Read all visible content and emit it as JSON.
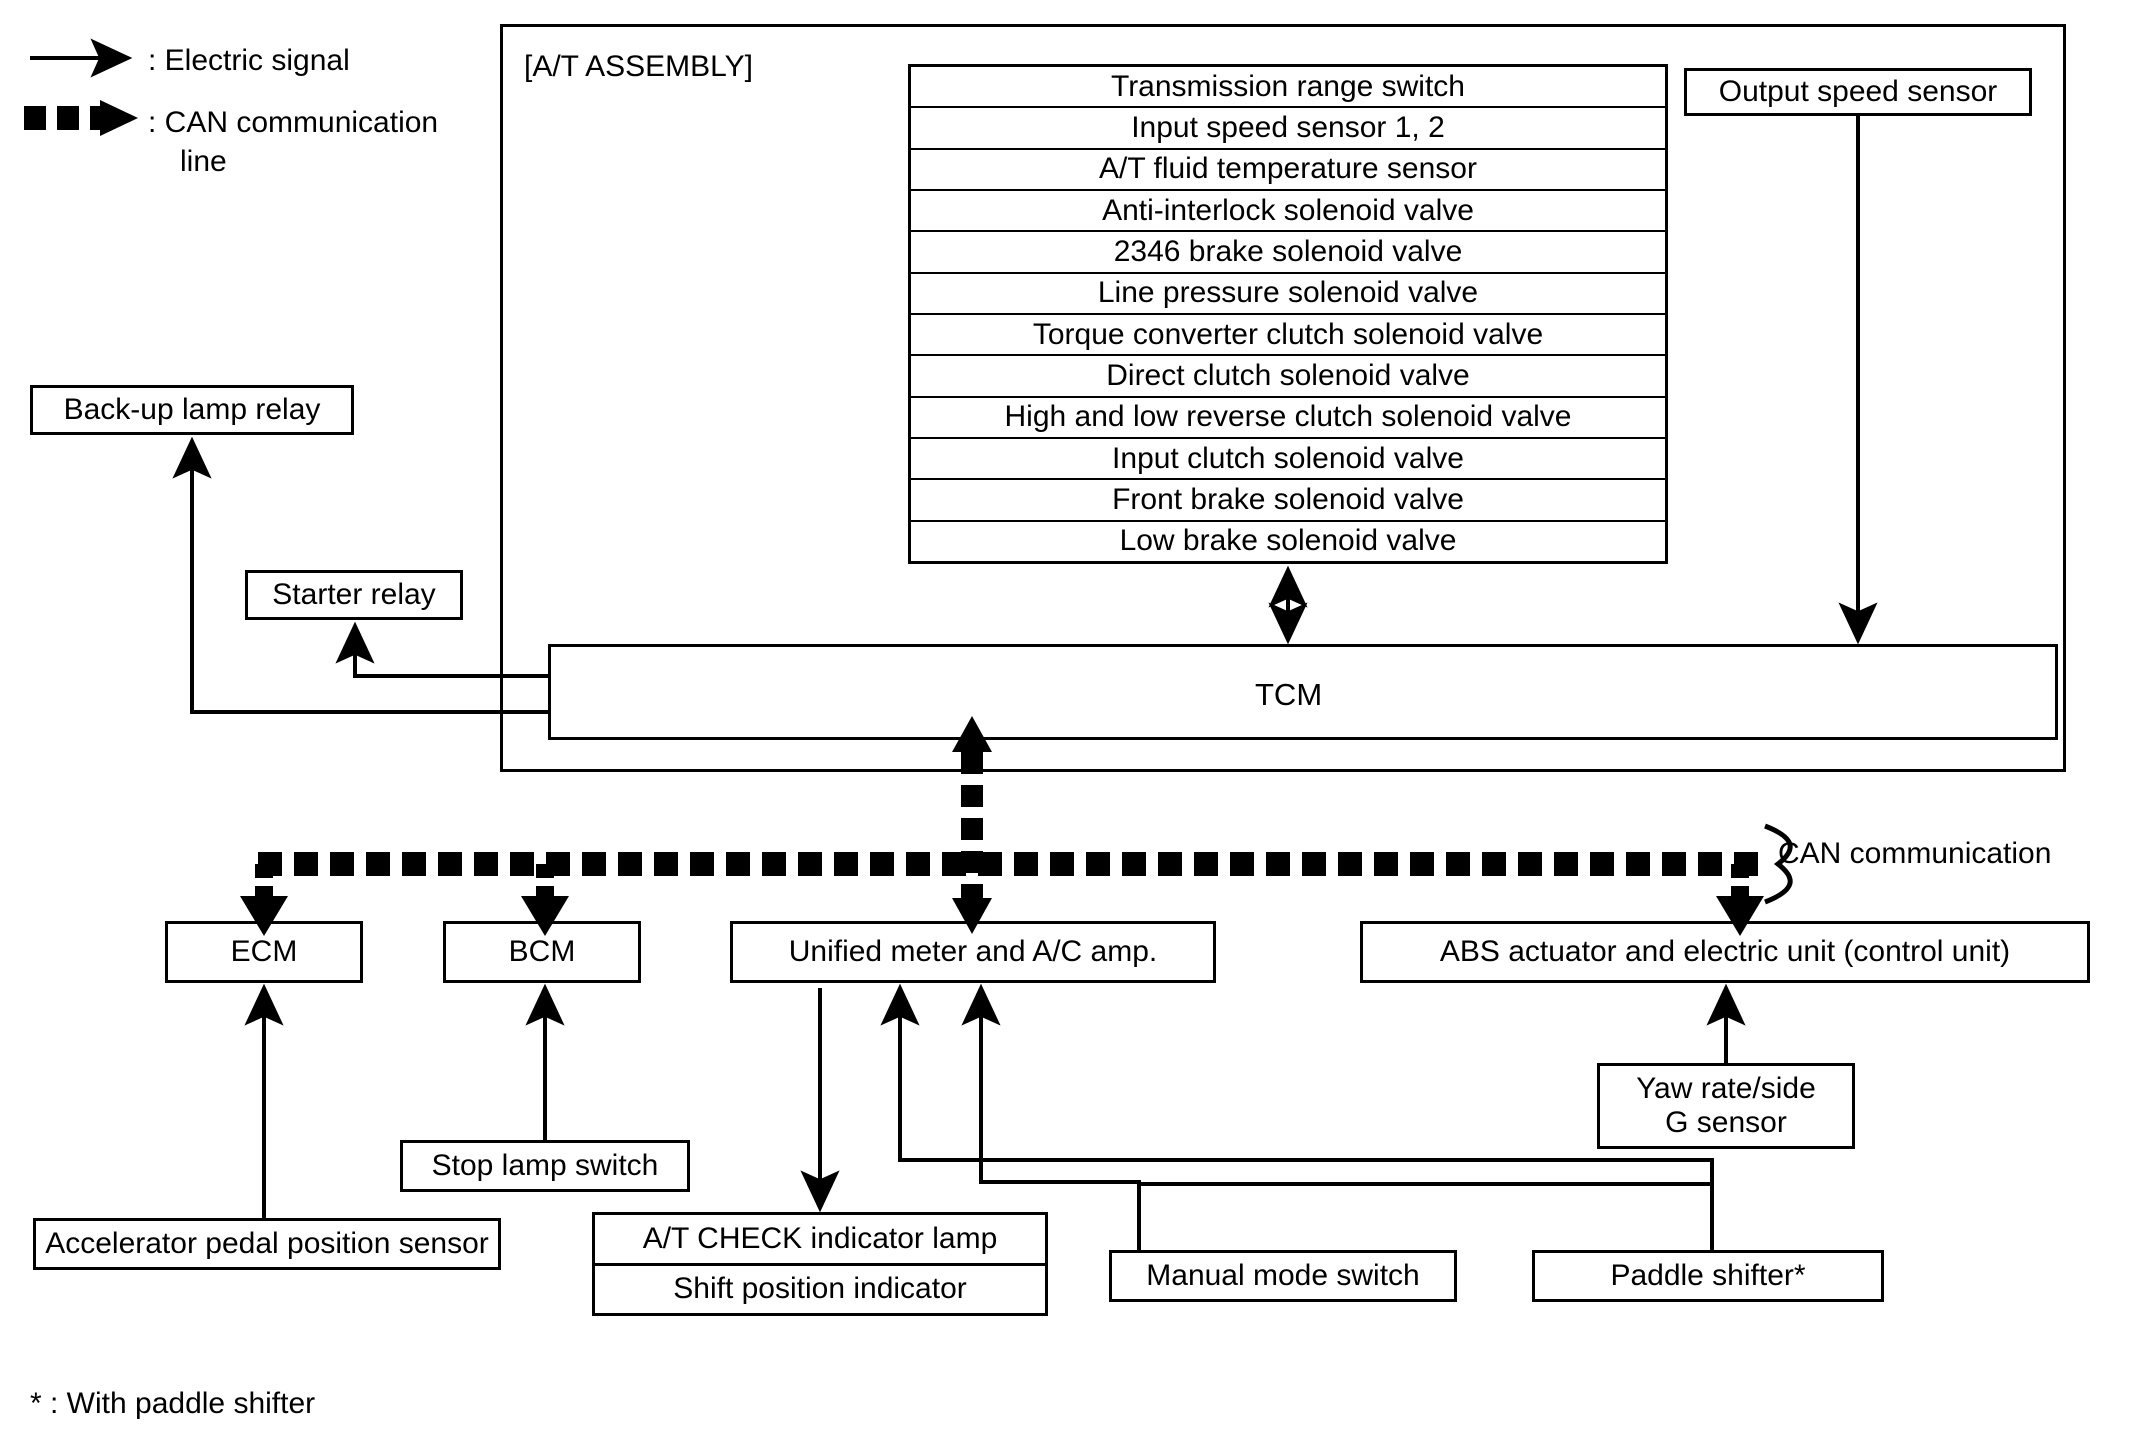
{
  "legend": {
    "electric_signal": ": Electric signal",
    "can_line_1": ": CAN communication",
    "can_line_2": "line"
  },
  "assembly": {
    "title": "[A/T ASSEMBLY]"
  },
  "at_components": {
    "rows": [
      "Transmission range switch",
      "Input speed sensor 1, 2",
      "A/T fluid temperature sensor",
      "Anti-interlock solenoid valve",
      "2346 brake solenoid valve",
      "Line pressure solenoid valve",
      "Torque converter clutch solenoid valve",
      "Direct clutch solenoid valve",
      "High and low reverse clutch solenoid valve",
      "Input clutch solenoid valve",
      "Front brake solenoid valve",
      "Low brake solenoid valve"
    ]
  },
  "boxes": {
    "output_speed_sensor": "Output speed sensor",
    "backup_lamp_relay": "Back-up lamp relay",
    "starter_relay": "Starter relay",
    "tcm": "TCM",
    "ecm": "ECM",
    "bcm": "BCM",
    "unified_meter": "Unified meter and A/C amp.",
    "abs_actuator": "ABS actuator and electric unit (control unit)",
    "yaw_rate_line1": "Yaw rate/side",
    "yaw_rate_line2": "G sensor",
    "accelerator_pedal": "Accelerator pedal position sensor",
    "stop_lamp_switch": "Stop lamp switch",
    "at_check_indicator": "A/T CHECK indicator lamp",
    "shift_position_indicator": "Shift position indicator",
    "manual_mode_switch": "Manual mode switch",
    "paddle_shifter": "Paddle shifter*"
  },
  "labels": {
    "can_communication": "CAN communication",
    "footnote": "* : With paddle shifter"
  },
  "colors": {
    "line": "#000000",
    "background": "#ffffff"
  }
}
